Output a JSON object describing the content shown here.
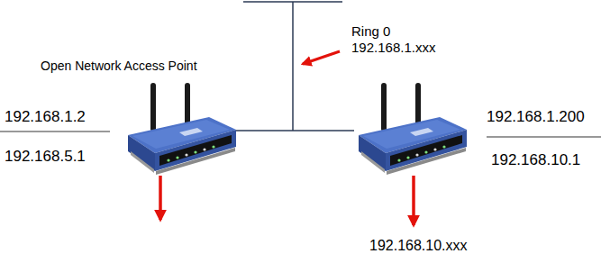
{
  "diagram": {
    "labels": [
      "Ring 0",
      "192.168.1.xxx",
      "Open Network Access Point",
      "192.168.1.2",
      "192.168.5.1",
      "192.168.1.200",
      "192.168.10.1",
      "192.168.10.xxx"
    ]
  }
}
